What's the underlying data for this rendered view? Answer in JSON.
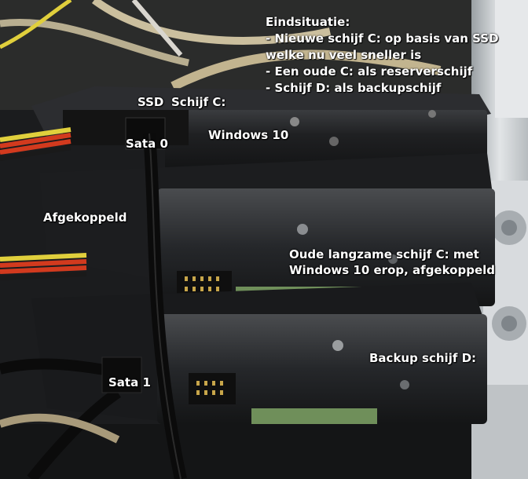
{
  "annotations": {
    "title": "Eindsituatie:",
    "lines": [
      "- Nieuwe schijf C:  op basis van SSD",
      "welke  nu veel sneller is",
      "- Een oude C: als reserverschijf",
      "- Schijf D: als backupschijf"
    ],
    "ssd": "SSD",
    "schijf_c": "Schijf C:",
    "windows10": "Windows 10",
    "sata0": "Sata 0",
    "afgekoppeld": "Afgekoppeld",
    "oude_line1": "Oude langzame schijf C: met",
    "oude_line2": "Windows 10 erop, afgekoppeld",
    "backup": "Backup schijf D:",
    "sata1": "Sata 1"
  },
  "colors": {
    "case_metal": "#cfd3d6",
    "drive_black": "#1e1f21",
    "cable_red": "#d23a1e",
    "cable_yellow": "#e8d23a",
    "pcb_green": "#7fa36a"
  }
}
